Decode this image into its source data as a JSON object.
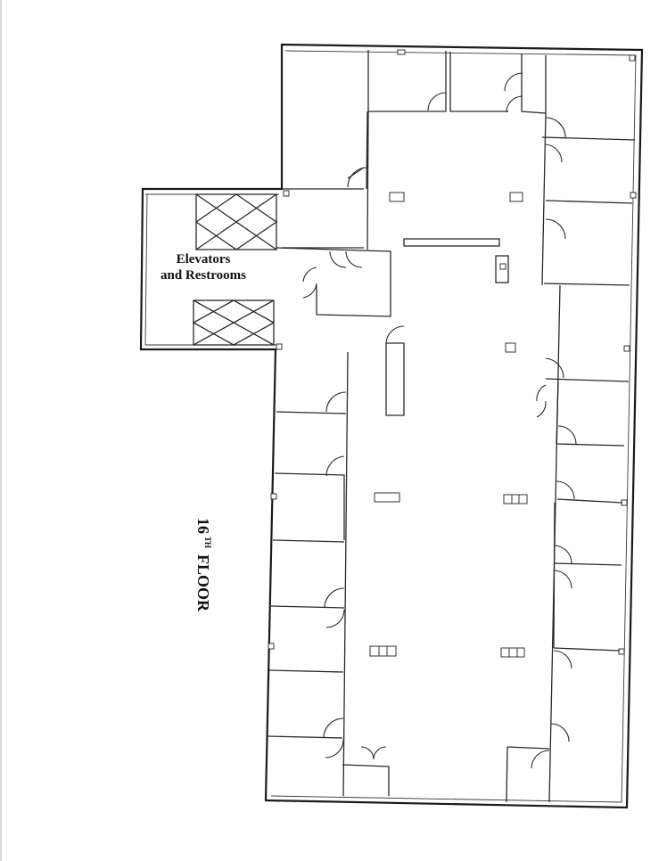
{
  "plan": {
    "elevator_label_line1": "Elevators",
    "elevator_label_line2": "and Restrooms",
    "floor_label_number": "16",
    "floor_label_suffix": "TH",
    "floor_label_word": "FLOOR"
  }
}
